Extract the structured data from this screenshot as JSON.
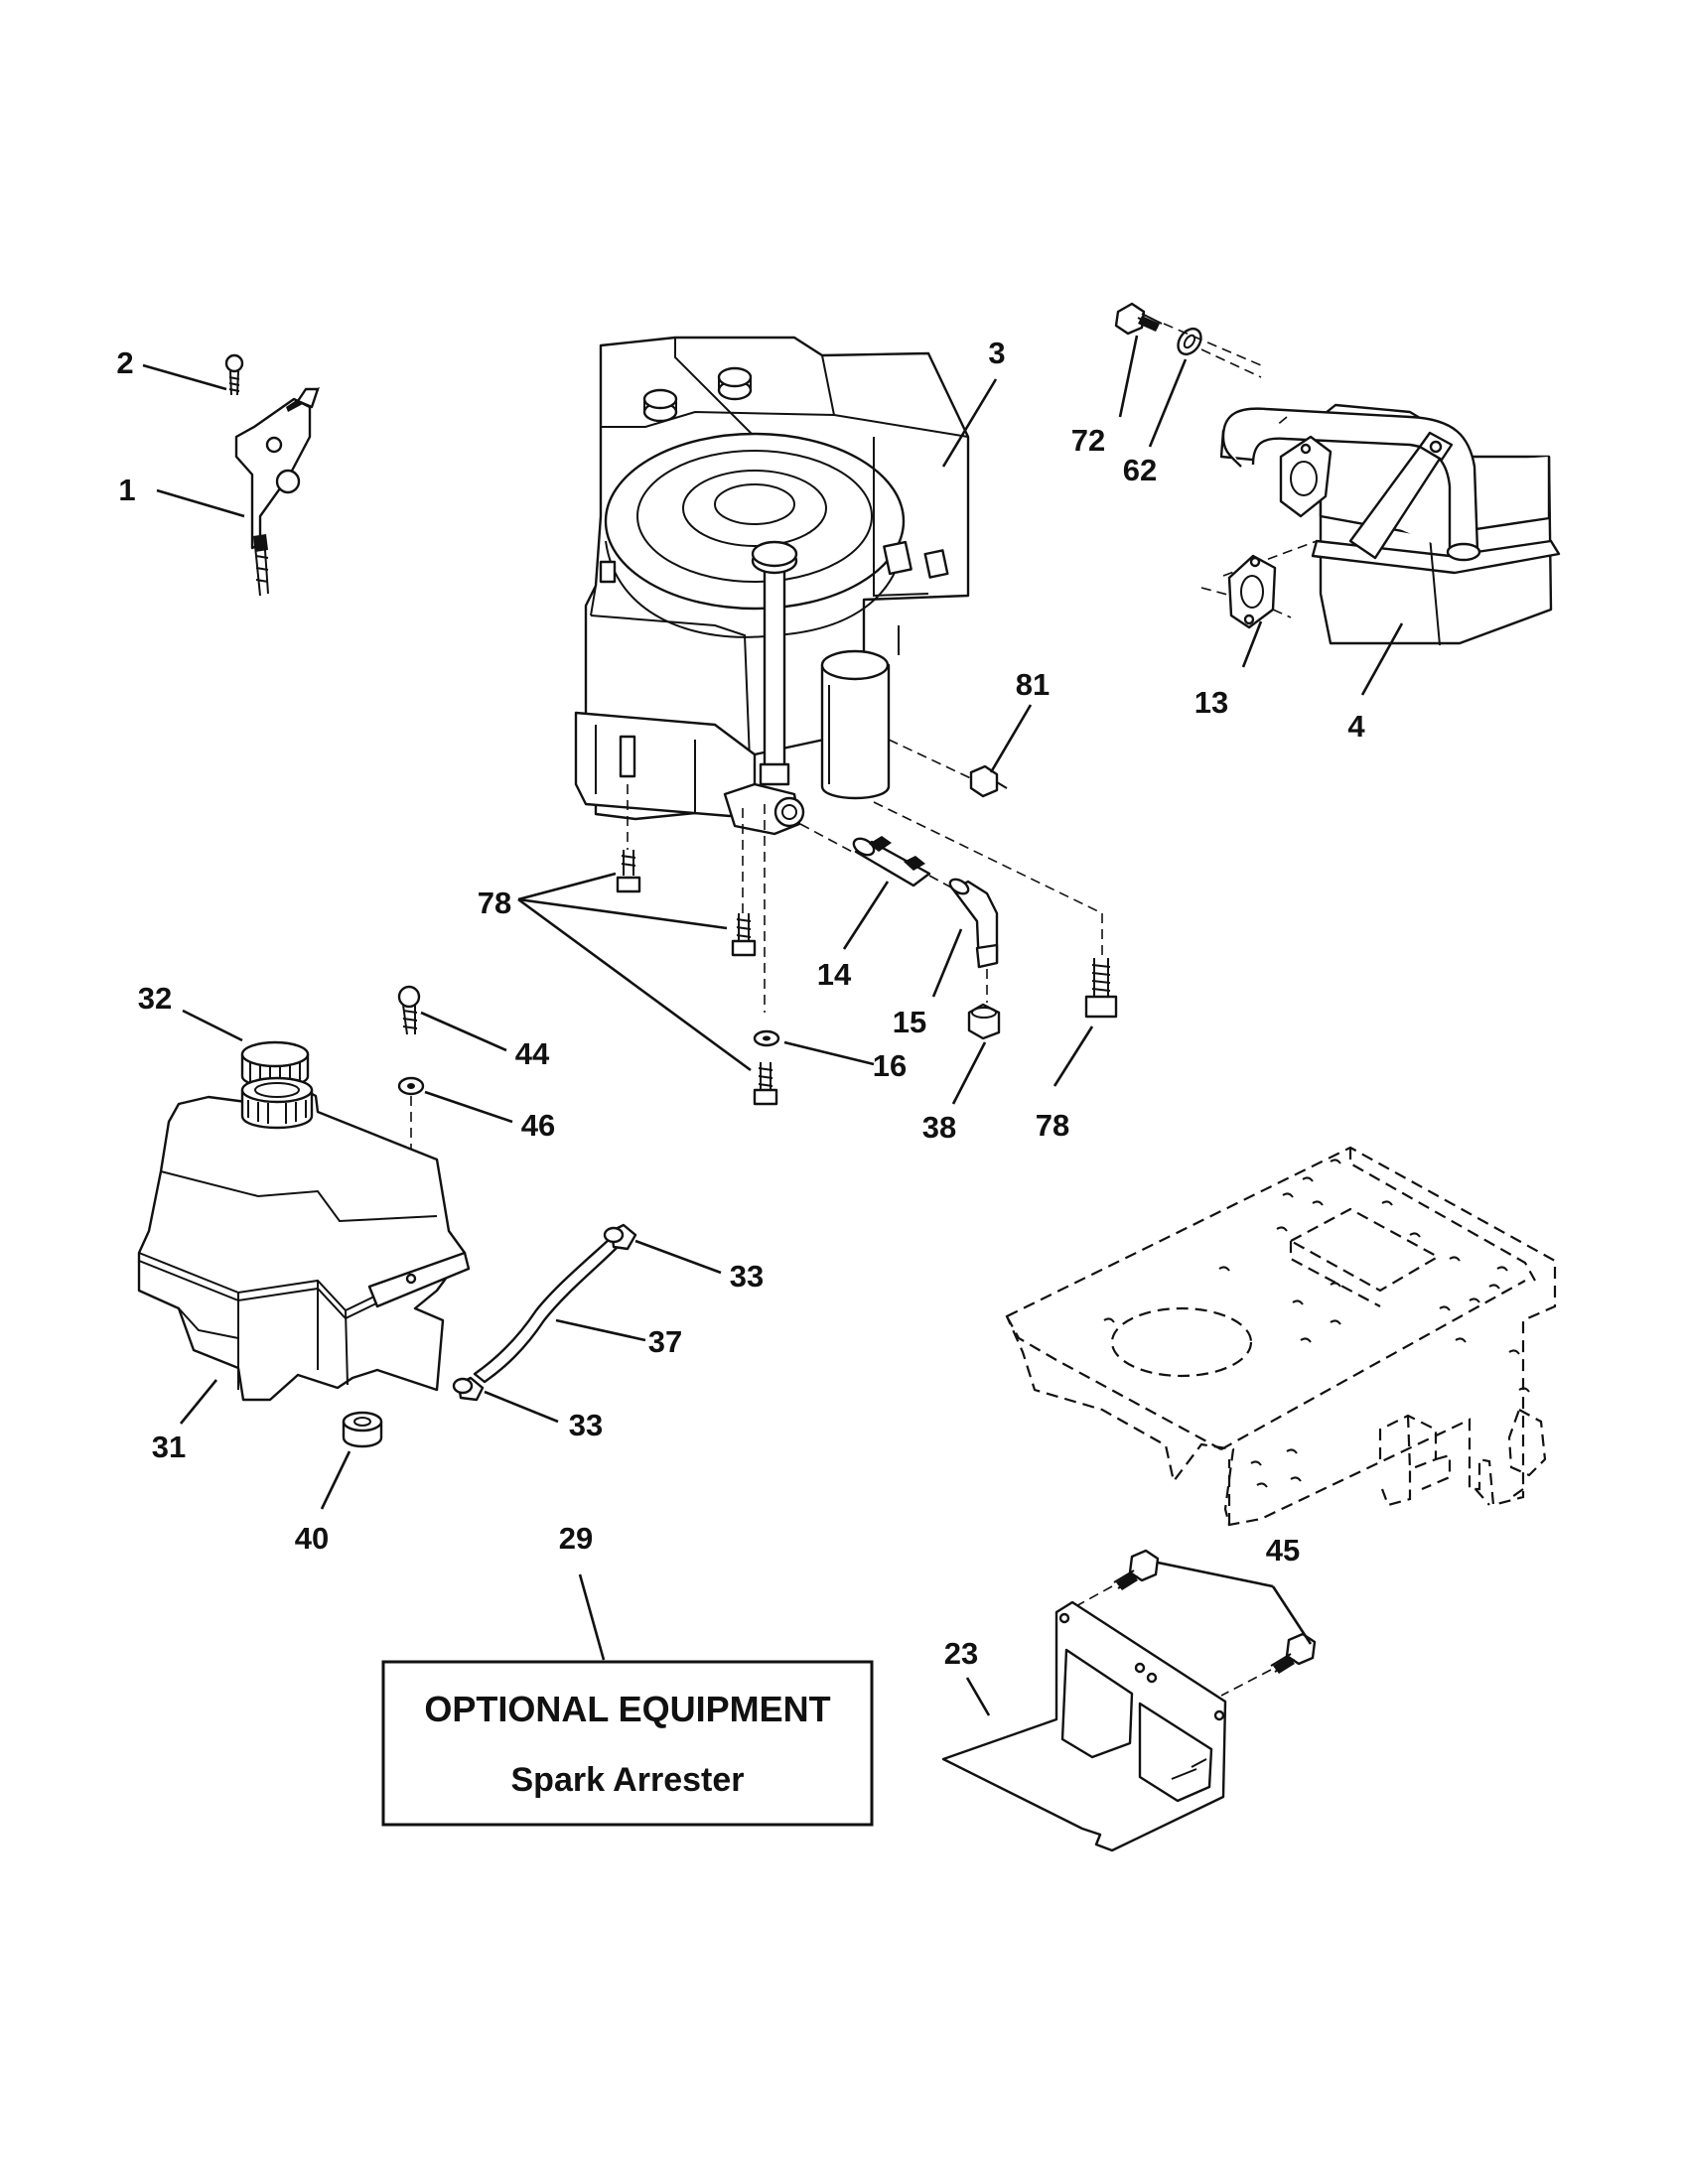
{
  "callouts": {
    "c1": "1",
    "c2": "2",
    "c3": "3",
    "c4": "4",
    "c13": "13",
    "c14": "14",
    "c15": "15",
    "c16": "16",
    "c23": "23",
    "c29": "29",
    "c31": "31",
    "c32": "32",
    "c33a": "33",
    "c33b": "33",
    "c37": "37",
    "c38": "38",
    "c40": "40",
    "c44": "44",
    "c45": "45",
    "c46": "46",
    "c62": "62",
    "c72": "72",
    "c78a": "78",
    "c78b": "78",
    "c81": "81"
  },
  "optional_box": {
    "title": "OPTIONAL EQUIPMENT",
    "subtitle": "Spark Arrester"
  }
}
